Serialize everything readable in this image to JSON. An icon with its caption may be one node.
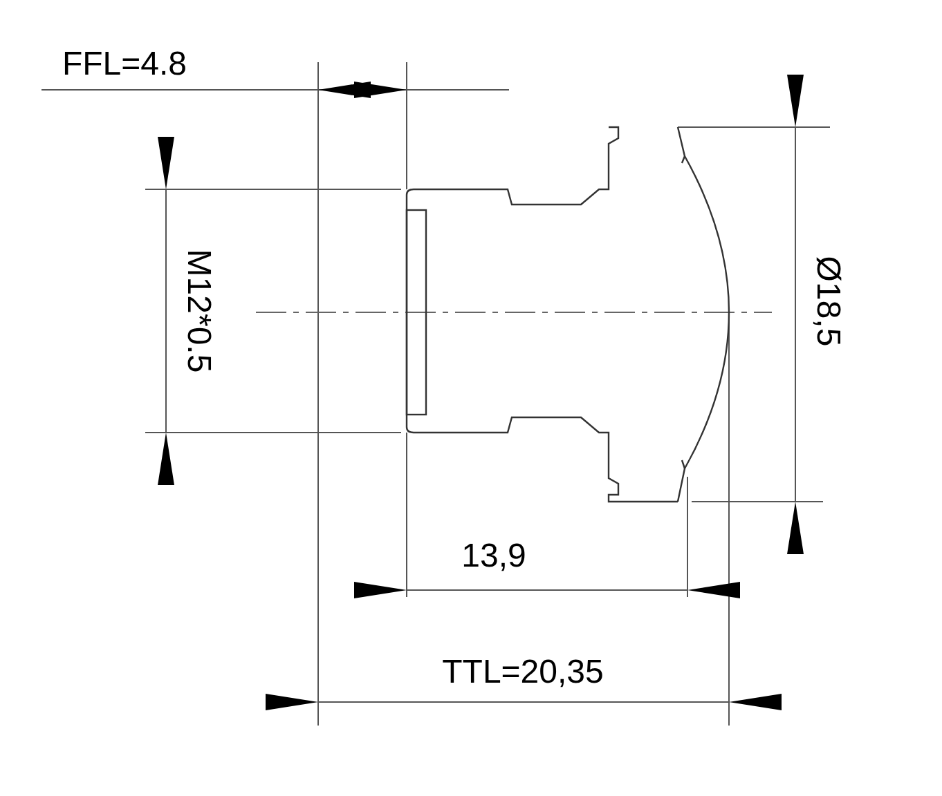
{
  "diagram": {
    "labels": [
      "FFL=4.8",
      "M12*0.5",
      "Ø18,5",
      "13,9",
      "TTL=20,35"
    ]
  }
}
